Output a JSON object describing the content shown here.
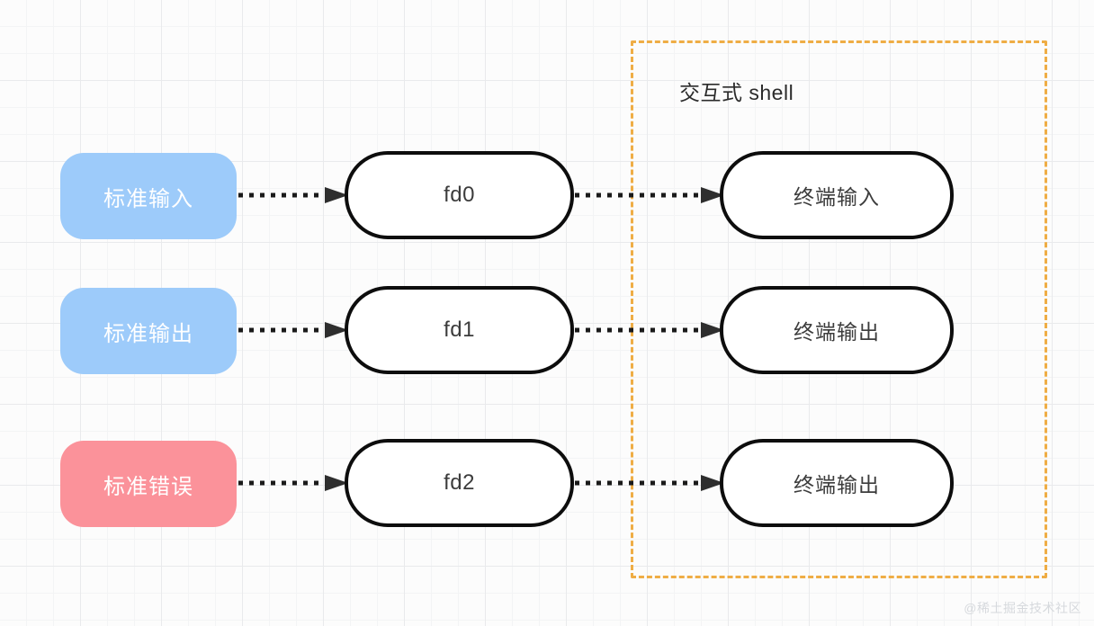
{
  "diagram": {
    "title_region": {
      "shell_label": "交互式 shell",
      "border_color": "#efad45"
    },
    "sources": [
      {
        "label": "标准输入",
        "color": "#9dcbfa",
        "variant": "blue"
      },
      {
        "label": "标准输出",
        "color": "#9dcbfa",
        "variant": "blue"
      },
      {
        "label": "标准错误",
        "color": "#fb929a",
        "variant": "red"
      }
    ],
    "file_descriptors": [
      {
        "label": "fd0"
      },
      {
        "label": "fd1"
      },
      {
        "label": "fd2"
      }
    ],
    "terminals": [
      {
        "label": "终端输入"
      },
      {
        "label": "终端输出"
      },
      {
        "label": "终端输出"
      }
    ],
    "connector": {
      "style": "dotted",
      "color": "#1a1a1a",
      "arrowhead": "solid-triangle"
    },
    "colors": {
      "node_border": "#0d0d0d",
      "node_fill": "#ffffff",
      "node_text": "#3c3c3c",
      "pill_text": "#ffffff",
      "grid_minor": "#f3f4f5",
      "grid_major": "#e9eaec",
      "background": "#fcfcfc"
    }
  },
  "watermark": {
    "text": "@稀土掘金技术社区"
  }
}
